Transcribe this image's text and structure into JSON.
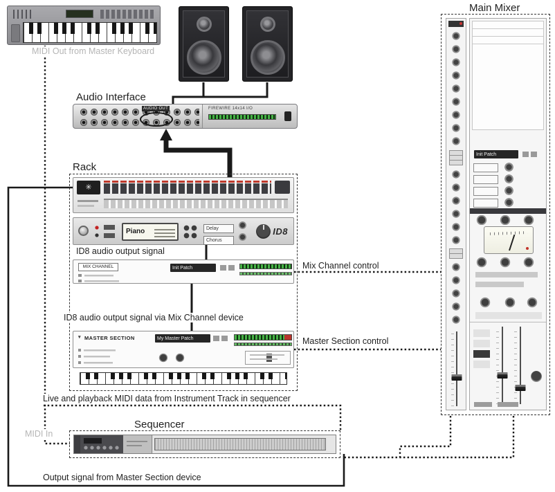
{
  "page": {
    "background": "#ffffff",
    "line_color": "#1a1a1a",
    "muted_label_color": "#b5b5b5"
  },
  "labels": {
    "midi_out_master_keyboard": "MIDI Out from Master Keyboard",
    "main_mixer": "Main Mixer",
    "audio_interface": "Audio Interface",
    "rack": "Rack",
    "id8_output": "ID8 audio output signal",
    "mix_channel_control": "Mix Channel control",
    "id8_output_via_mix": "ID8 audio output signal via Mix Channel device",
    "master_section_control": "Master Section control",
    "live_playback_midi": "Live and playback MIDI data from Instrument Track in sequencer",
    "sequencer": "Sequencer",
    "midi_in": "MIDI In",
    "output_master_section": "Output signal from Master Section device"
  },
  "devices": {
    "audio_interface": {
      "audio_out": "AUDIO OUT",
      "model": "FIREWIRE 14x14 I/O"
    },
    "id8": {
      "display": "Piano",
      "fx_top": "Delay",
      "fx_bottom": "Chorus",
      "logo": "ID8"
    },
    "mix_channel": {
      "name": "MIX CHANNEL",
      "patch": "Init Patch"
    },
    "master_section": {
      "name": "MASTER SECTION",
      "patch": "My Master Patch"
    },
    "main_mixer": {
      "patch": "Init Patch"
    }
  }
}
